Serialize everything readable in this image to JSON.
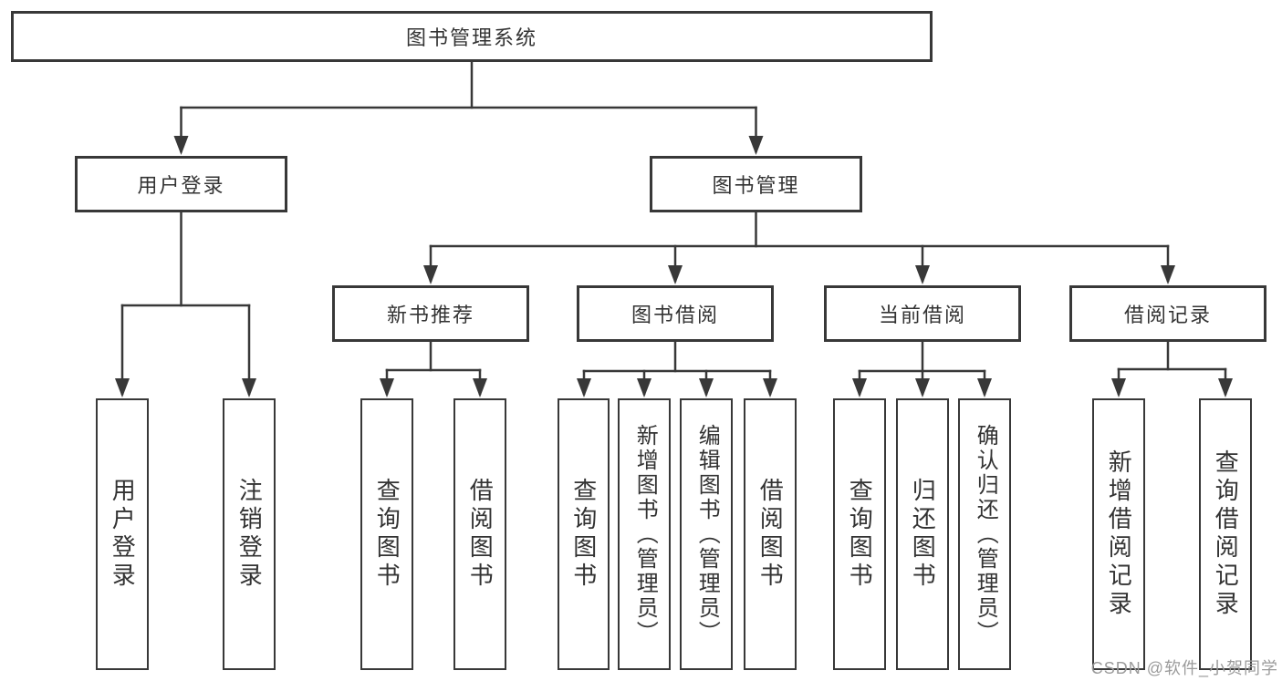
{
  "title": {
    "label": "图书管理系统"
  },
  "branches": {
    "user_login": {
      "label": "用户登录",
      "children": [
        {
          "label": "用户登录"
        },
        {
          "label": "注销登录"
        }
      ]
    },
    "book_mgmt": {
      "label": "图书管理",
      "sections": [
        {
          "label": "新书推荐",
          "children": [
            {
              "label": "查询图书"
            },
            {
              "label": "借阅图书"
            }
          ]
        },
        {
          "label": "图书借阅",
          "children": [
            {
              "label": "查询图书"
            },
            {
              "label": "新增图书（管理员）"
            },
            {
              "label": "编辑图书（管理员）"
            },
            {
              "label": "借阅图书"
            }
          ]
        },
        {
          "label": "当前借阅",
          "children": [
            {
              "label": "查询图书"
            },
            {
              "label": "归还图书"
            },
            {
              "label": "确认归还（管理员）"
            }
          ]
        },
        {
          "label": "借阅记录",
          "children": [
            {
              "label": "新增借阅记录"
            },
            {
              "label": "查询借阅记录"
            }
          ]
        }
      ]
    }
  },
  "watermark": {
    "text": "CSDN @软件_小贺同学"
  },
  "colors": {
    "line": "#383838",
    "text": "#333333",
    "watermark": "#9b9b9b",
    "background": "#ffffff"
  }
}
